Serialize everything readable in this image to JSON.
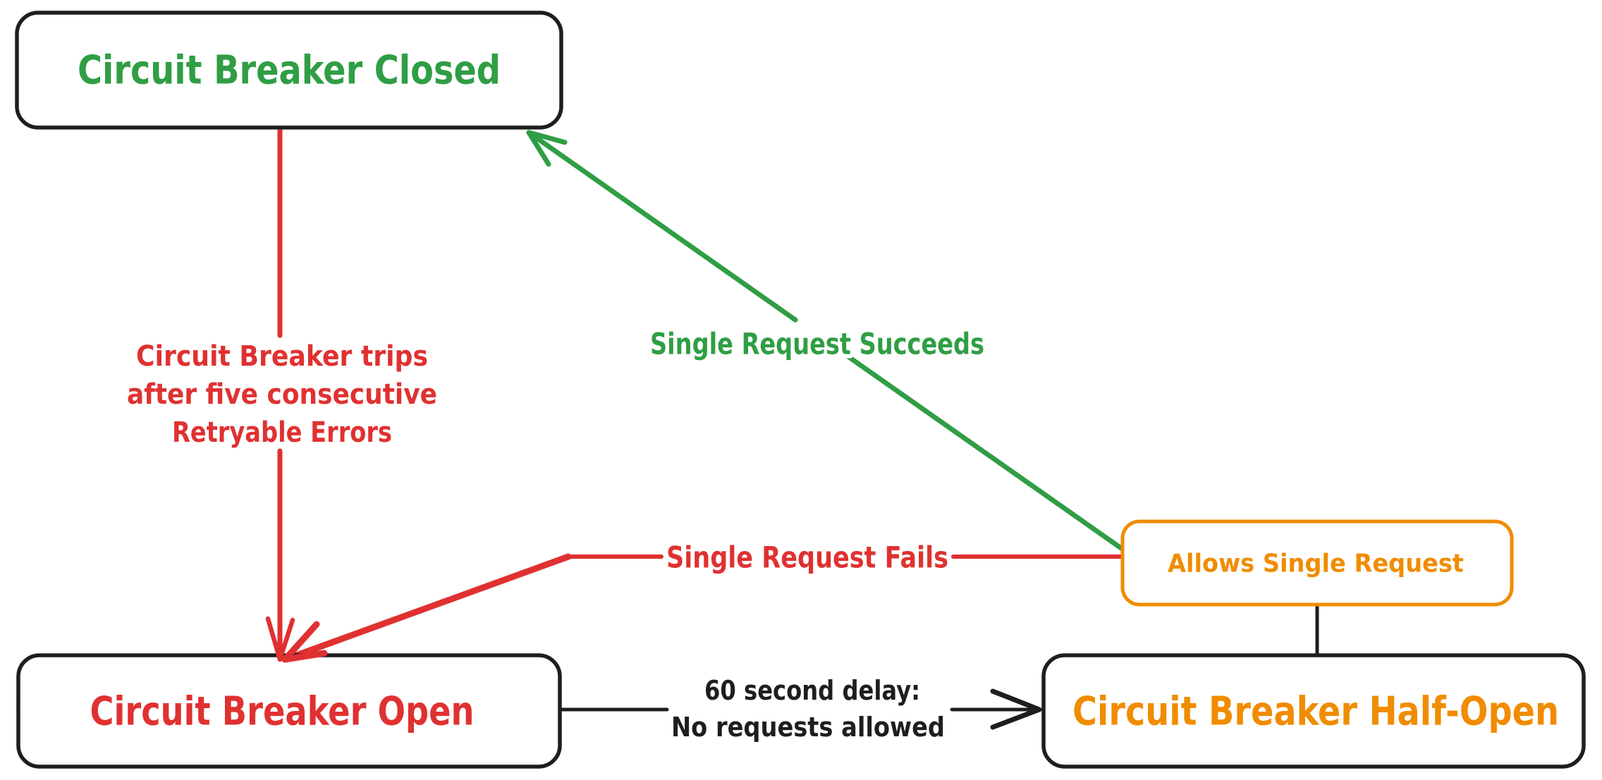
{
  "colors": {
    "ink": "#1e1e1e",
    "green": "#2f9e44",
    "red": "#e03131",
    "orange": "#f08c00",
    "bg": "#ffffff"
  },
  "nodes": {
    "closed": {
      "label": "Circuit Breaker Closed"
    },
    "open": {
      "label": "Circuit Breaker Open"
    },
    "half_open": {
      "label": "Circuit Breaker Half-Open"
    },
    "allows_single_request": {
      "label": "Allows Single Request"
    }
  },
  "edges": {
    "trips": {
      "lines": [
        "Circuit Breaker trips",
        "after five consecutive",
        "Retryable Errors"
      ]
    },
    "succeeds": {
      "label": "Single Request Succeeds"
    },
    "fails": {
      "label": "Single Request Fails"
    },
    "delay": {
      "lines": [
        "60 second delay:",
        "No requests allowed"
      ]
    }
  }
}
